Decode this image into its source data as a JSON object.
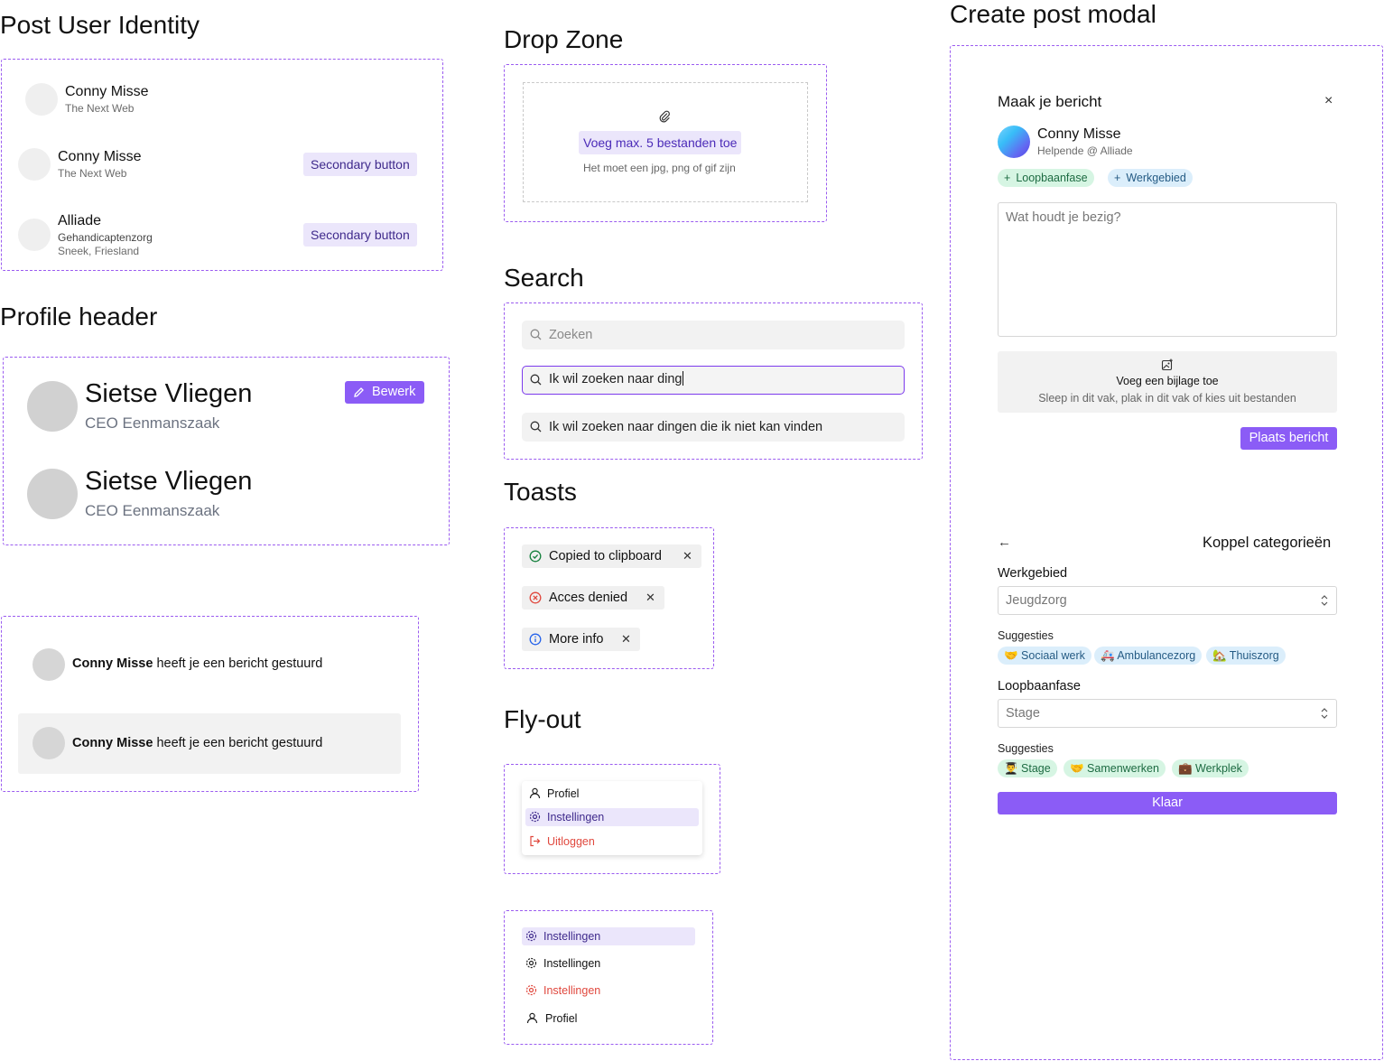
{
  "colors": {
    "accent": "#8b5cf6",
    "accent_soft": "#ebe6fb",
    "frame_border": "#9b5cf0",
    "danger": "#e0483e",
    "success": "#15803d",
    "info": "#2563eb"
  },
  "post_user_identity": {
    "title": "Post User Identity",
    "rows": [
      {
        "name": "Conny Misse",
        "line1": "The Next Web"
      },
      {
        "name": "Conny Misse",
        "line1": "The Next Web",
        "button": "Secondary button"
      },
      {
        "name": "Alliade",
        "line1": "Gehandicaptenzorg",
        "line2": "Sneek, Friesland",
        "button": "Secondary button"
      }
    ]
  },
  "profile_header": {
    "title": "Profile header",
    "edit_label": "Bewerk",
    "profiles": [
      {
        "name": "Sietse Vliegen",
        "role": "CEO Eenmanszaak"
      },
      {
        "name": "Sietse Vliegen",
        "role": "CEO Eenmanszaak"
      }
    ]
  },
  "notifications": [
    {
      "name": "Conny Misse",
      "text": " heeft je een bericht gestuurd"
    },
    {
      "name": "Conny Misse",
      "text": " heeft je een bericht gestuurd"
    }
  ],
  "drop_zone": {
    "title": "Drop Zone",
    "link": "Voeg max. 5 bestanden toe",
    "hint": "Het moet een jpg, png of gif zijn",
    "icon": "paperclip-icon"
  },
  "search": {
    "title": "Search",
    "placeholder": "Zoeken",
    "active_value": "Ik wil zoeken naar ding",
    "long_value": "Ik wil zoeken naar dingen die ik niet kan vinden"
  },
  "toasts": {
    "title": "Toasts",
    "items": [
      {
        "text": "Copied to clipboard",
        "icon": "check-circle-icon"
      },
      {
        "text": "Acces denied",
        "icon": "x-circle-icon"
      },
      {
        "text": "More info",
        "icon": "info-circle-icon"
      }
    ]
  },
  "flyout": {
    "title": "Fly-out",
    "menu1": [
      "Profiel",
      "Instellingen",
      "Uitloggen"
    ],
    "menu2": [
      "Instellingen",
      "Instellingen",
      "Instellingen",
      "Profiel"
    ]
  },
  "create_post_modal": {
    "title": "Create post modal",
    "heading": "Maak je bericht",
    "close": "×",
    "user_name": "Conny Misse",
    "user_sub": "Helpende @ Alliade",
    "tags": [
      "Loopbaanfase",
      "Werkgebied"
    ],
    "textarea_placeholder": "Wat houdt je bezig?",
    "attach_title": "Voeg een bijlage toe",
    "attach_hint": "Sleep in dit vak, plak in dit vak of kies uit bestanden",
    "submit": "Plaats bericht"
  },
  "categories": {
    "back": "←",
    "heading": "Koppel categorieën",
    "werkgebied_label": "Werkgebied",
    "werkgebied_value": "Jeugdzorg",
    "suggestions_label_1": "Suggesties",
    "werkgebied_suggestions": [
      "🤝 Sociaal werk",
      "🚑 Ambulancezorg",
      "🏡 Thuiszorg"
    ],
    "loopbaan_label": "Loopbaanfase",
    "loopbaan_value": "Stage",
    "suggestions_label_2": "Suggesties",
    "loopbaan_suggestions": [
      "👨‍🎓 Stage",
      "🤝 Samenwerken",
      "💼 Werkplek"
    ],
    "done": "Klaar"
  }
}
